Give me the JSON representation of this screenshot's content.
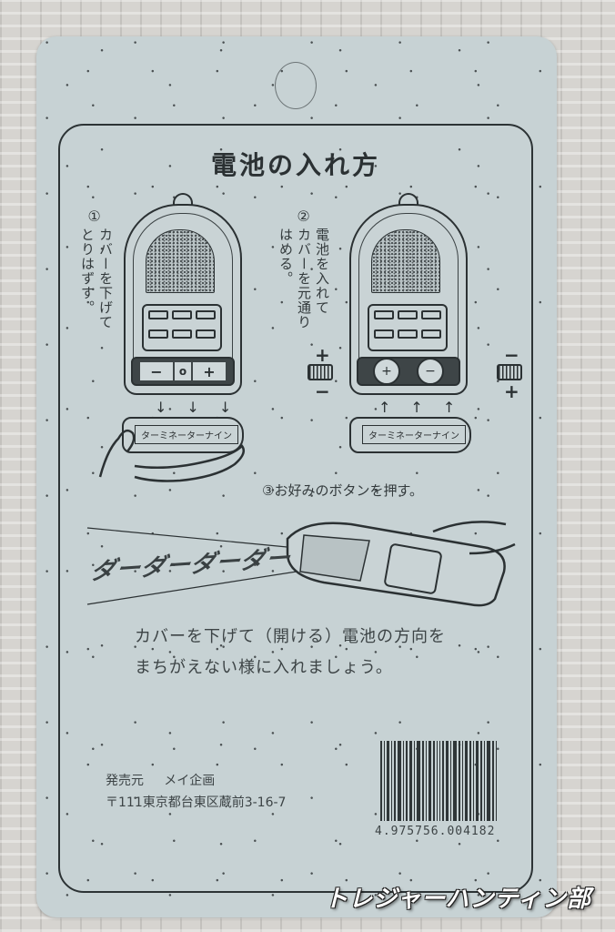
{
  "card": {
    "title": "電池の入れ方",
    "steps": [
      {
        "number": "①",
        "text_col1": "カバーを下げて",
        "text_col2": "とりはずす。"
      },
      {
        "number": "②",
        "text_col1": "電池を入れて",
        "text_col2": "カバーを元通り",
        "text_col3": "はめる。"
      },
      {
        "number": "③",
        "text": "③お好みのボタンを押す。"
      }
    ],
    "device_label": "ターミネーターナイン",
    "battery_signs": {
      "minus": "−",
      "plus": "+",
      "center": "o"
    },
    "sound_effect": "ダーダーダーダー",
    "description_lines": [
      "カバーを下げて（開ける）電池の方向を",
      "まちがえない様に入れましょう。"
    ],
    "publisher": {
      "label": "発売元",
      "name": "メイ企画",
      "address": "〒111東京都台東区蔵前3-16-7"
    },
    "barcode_number": "4.975756.004182"
  },
  "watermark": "トレジャーハンティン部",
  "colors": {
    "card_bg": "#c7d2d4",
    "ink": "#2b3133",
    "background": "#d6d4d0",
    "watermark": "#ffffff"
  }
}
